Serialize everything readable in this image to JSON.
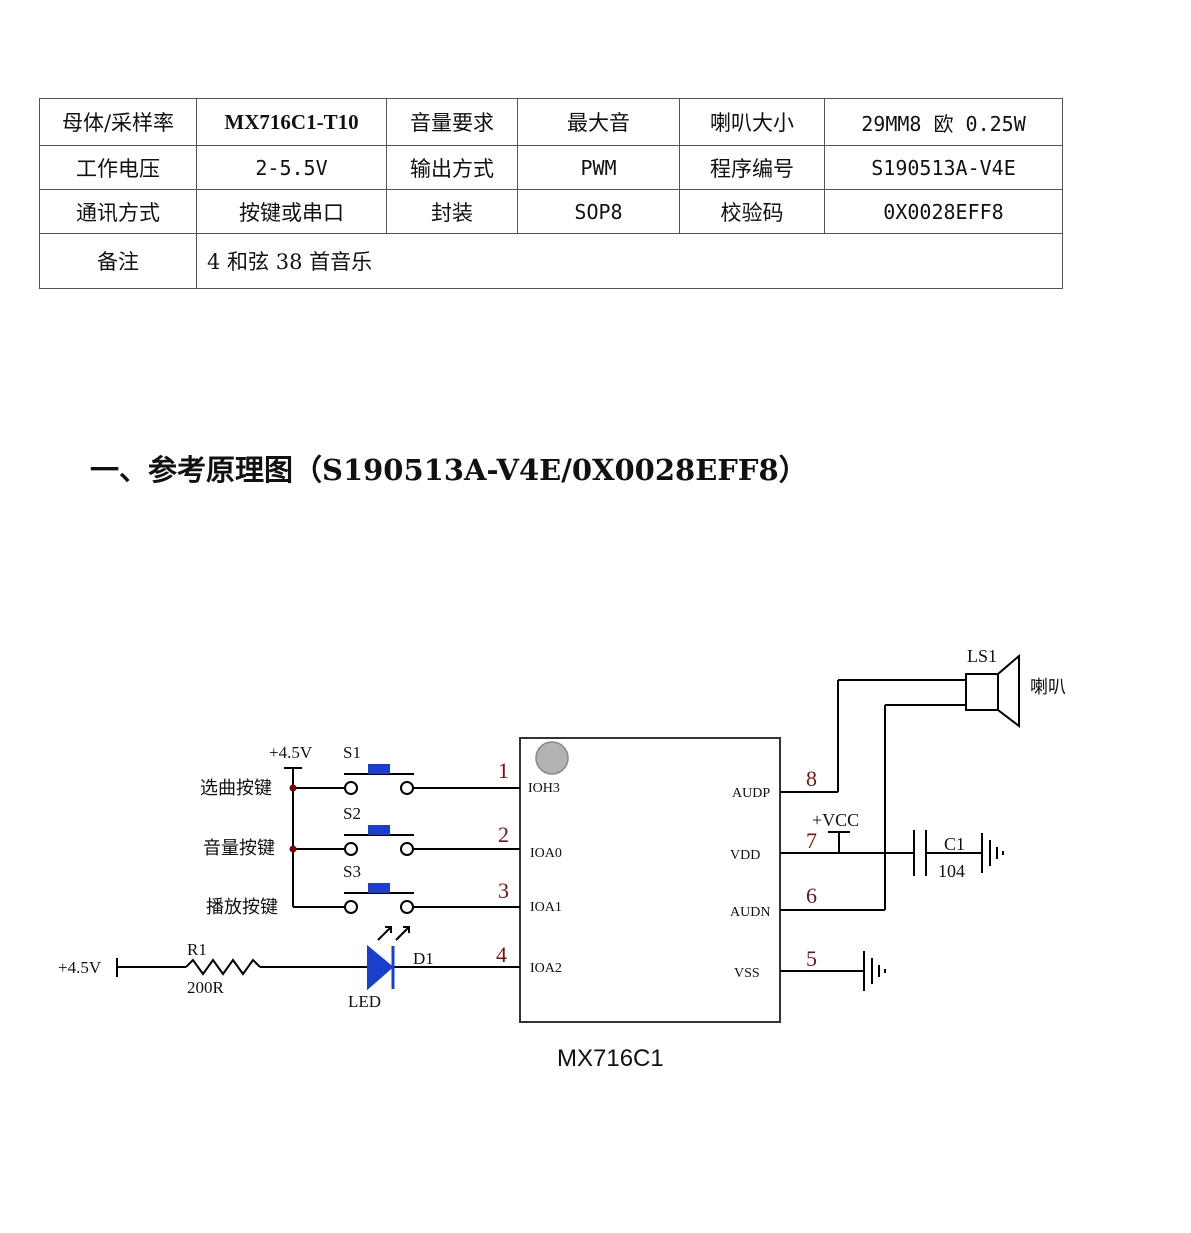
{
  "spec_table": {
    "rows": [
      [
        "母体/采样率",
        "MX716C1-T10",
        "音量要求",
        "最大音",
        "喇叭大小",
        "29MM8 欧 0.25W"
      ],
      [
        "工作电压",
        "2-5.5V",
        "输出方式",
        "PWM",
        "程序编号",
        "S190513A-V4E"
      ],
      [
        "通讯方式",
        "按键或串口",
        "封装",
        "SOP8",
        "校验码",
        "0X0028EFF8"
      ]
    ],
    "remark_label": "备注",
    "remark_value": "4 和弦 38 首音乐"
  },
  "section_title": "一、参考原理图（S190513A-V4E/0X0028EFF8）",
  "schematic": {
    "chip_name": "MX716C1",
    "left_pins": [
      {
        "num": "1",
        "name": "IOH3"
      },
      {
        "num": "2",
        "name": "IOA0"
      },
      {
        "num": "3",
        "name": "IOA1"
      },
      {
        "num": "4",
        "name": "IOA2"
      }
    ],
    "right_pins": [
      {
        "num": "8",
        "name": "AUDP"
      },
      {
        "num": "7",
        "name": "VDD"
      },
      {
        "num": "6",
        "name": "AUDN"
      },
      {
        "num": "5",
        "name": "VSS"
      }
    ],
    "switches": [
      {
        "ref": "S1",
        "label": "选曲按键"
      },
      {
        "ref": "S2",
        "label": "音量按键"
      },
      {
        "ref": "S3",
        "label": "播放按键"
      }
    ],
    "supply_switch": "+4.5V",
    "supply_led": "+4.5V",
    "resistor": {
      "ref": "R1",
      "value": "200R"
    },
    "led": {
      "ref": "D1",
      "label": "LED"
    },
    "capacitor": {
      "ref": "C1",
      "value": "104"
    },
    "vcc": "+VCC",
    "speaker": {
      "ref": "LS1",
      "label": "喇叭"
    }
  }
}
